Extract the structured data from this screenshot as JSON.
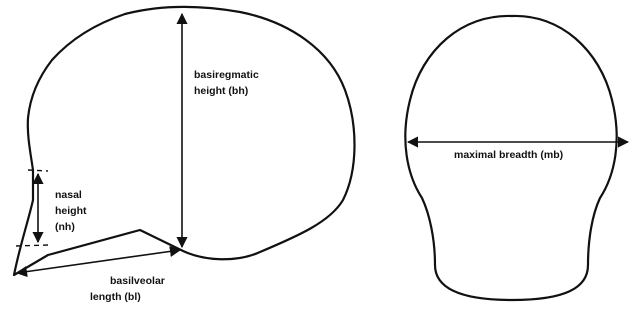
{
  "lateral_view": {
    "basiregmatic_height": {
      "line1": "basiregmatic",
      "line2": "height (bh)"
    },
    "nasal_height": {
      "line1": "nasal",
      "line2": "height",
      "line3": "(nh)"
    },
    "basilveolar_length": {
      "line1": "basilveolar",
      "line2": "length (bl)"
    }
  },
  "frontal_view": {
    "maximal_breadth": {
      "label": "maximal breadth (mb)"
    }
  }
}
